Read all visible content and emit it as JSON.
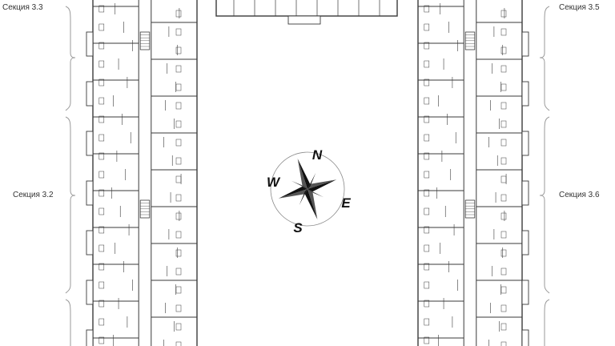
{
  "sections": {
    "s33": "Секция 3.3",
    "s32": "Секция 3.2",
    "s35": "Секция 3.5",
    "s36": "Секция 3.6"
  },
  "compass": {
    "n": "N",
    "e": "E",
    "s": "S",
    "w": "W"
  },
  "colors": {
    "line": "#3a3a3a",
    "fill": "#ffffff",
    "bracket": "#9a9a9a",
    "compass": "#111111"
  }
}
